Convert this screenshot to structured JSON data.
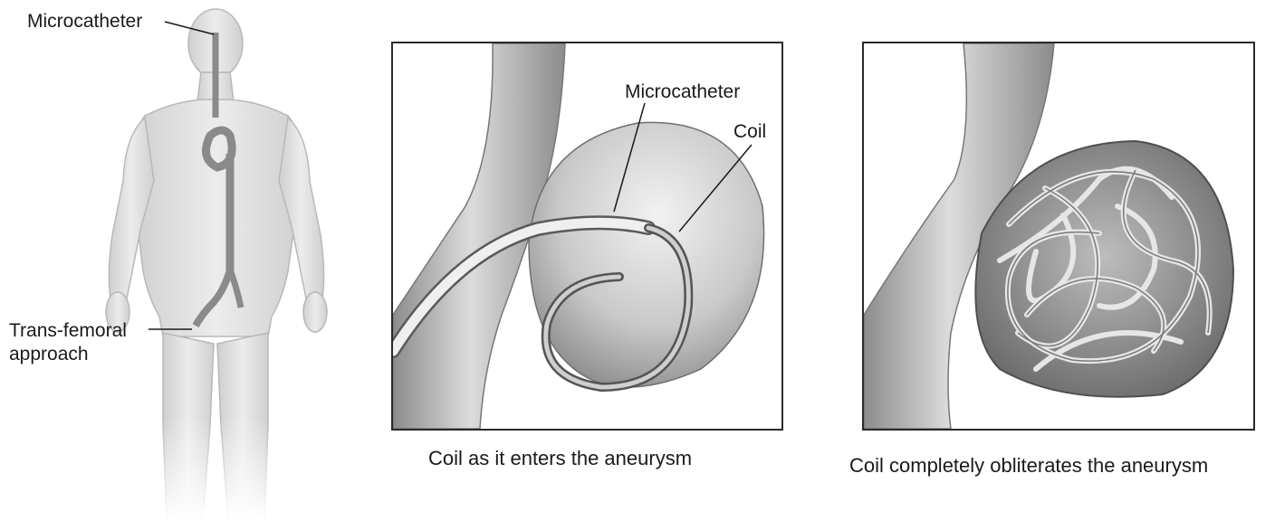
{
  "body_figure": {
    "label_microcatheter": "Microcatheter",
    "label_approach_line1": "Trans-femoral",
    "label_approach_line2": "approach"
  },
  "panel_entering": {
    "label_microcatheter": "Microcatheter",
    "label_coil": "Coil",
    "caption": "Coil as it enters the aneurysm"
  },
  "panel_filled": {
    "caption": "Coil completely obliterates the aneurysm"
  }
}
